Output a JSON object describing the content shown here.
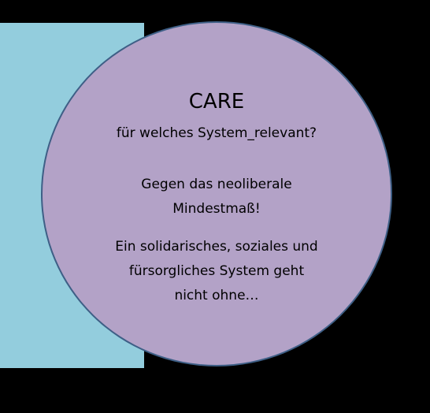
{
  "colors": {
    "background": "#000000",
    "blue_panel": "#93cddd",
    "circle_fill": "#b3a2c7",
    "circle_border": "#3e5f86"
  },
  "circle": {
    "title": "CARE",
    "subtitle": "für welches System_relevant?",
    "paragraph_2": [
      "Gegen das neoliberale",
      "Mindestmaß!"
    ],
    "paragraph_3": [
      "Ein solidarisches, soziales und",
      "fürsorgliches System geht",
      "nicht ohne…"
    ]
  }
}
